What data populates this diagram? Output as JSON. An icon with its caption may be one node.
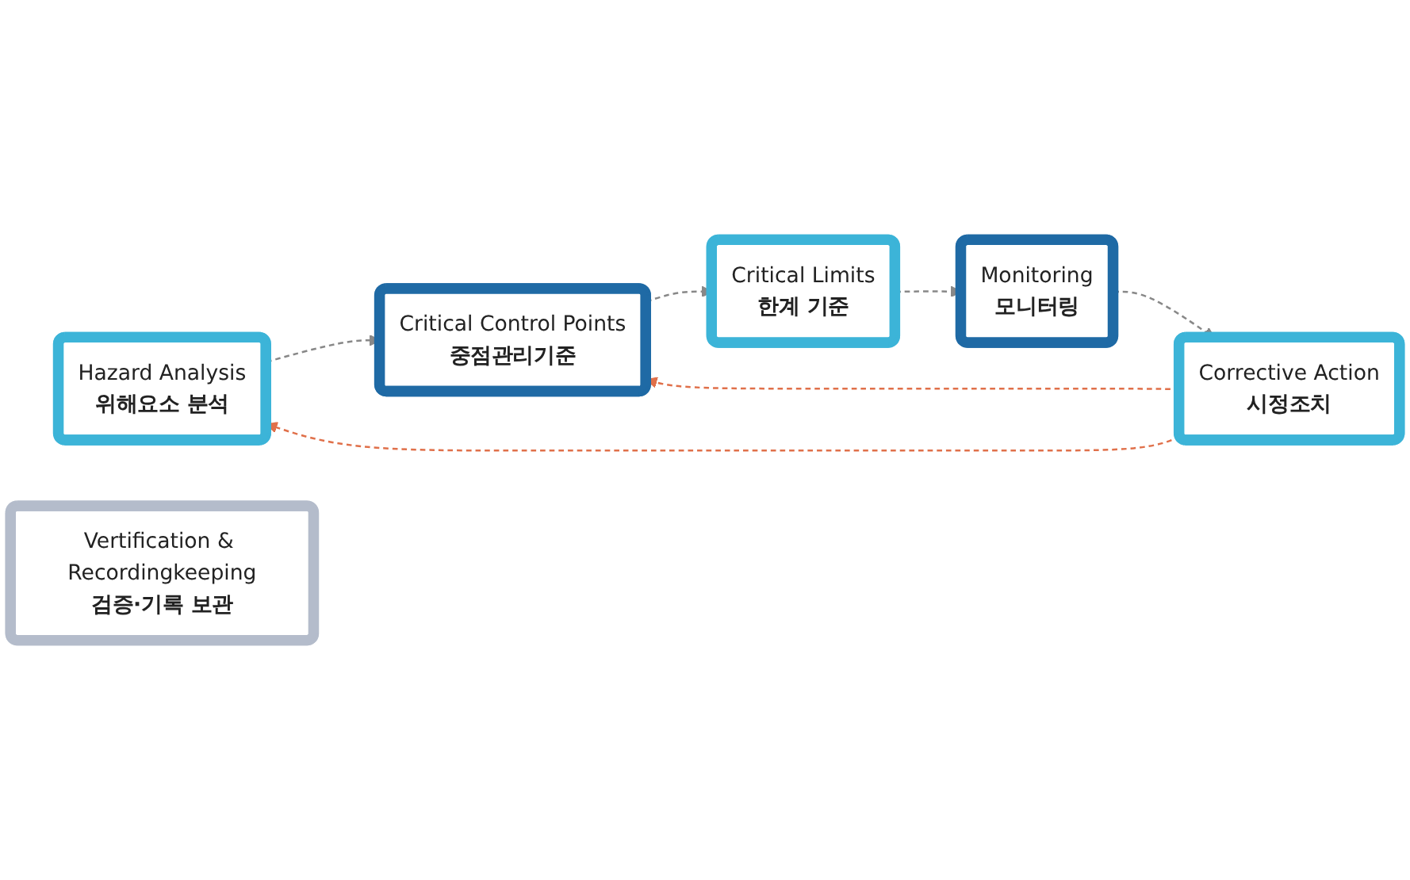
{
  "diagram": {
    "nodes": [
      {
        "text": [
          "Hazard Analysis",
          "위해요소 분석"
        ]
      },
      {
        "text": [
          "Critical Control Points",
          "중점관리기준"
        ]
      },
      {
        "text": [
          "Critical Limits",
          "한계 기준"
        ]
      },
      {
        "text": [
          "Monitoring",
          "모니터링"
        ]
      },
      {
        "text": [
          "Corrective Action",
          "시정조치"
        ]
      },
      {
        "text": [
          "Vertification & Recordingkeeping",
          "검증·기록 보관"
        ]
      }
    ],
    "edges": [
      {
        "from": 0,
        "to": 1,
        "arrow": "to",
        "style": "dashed"
      },
      {
        "from": 1,
        "to": 2,
        "arrow": "to",
        "style": "dashed"
      },
      {
        "from": 2,
        "to": 3,
        "arrow": "to",
        "style": "dashed"
      },
      {
        "from": 3,
        "to": 4,
        "arrow": "to",
        "style": "dashed"
      },
      {
        "from": 4,
        "to": 0,
        "arrow": "to",
        "style": "dashed",
        "color": "#e0704a"
      },
      {
        "from": 4,
        "to": 1,
        "arrow": "to",
        "style": "dashed",
        "color": "#e0704a"
      }
    ]
  }
}
